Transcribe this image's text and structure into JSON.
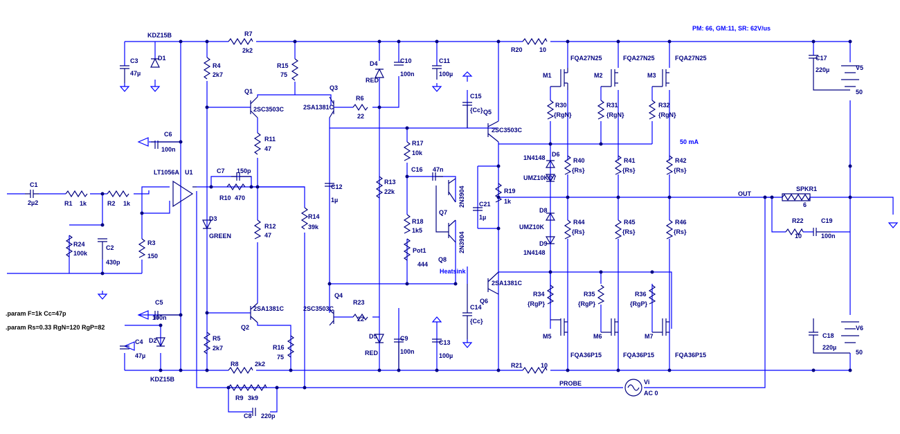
{
  "header": {
    "stats": "PM: 66, GM:11, SR: 62V/us"
  },
  "directives": [
    ".param F=1k Cc=47p",
    ".param Rs=0.33 RgN=120 RgP=82"
  ],
  "annotations": {
    "bias": "50 mA",
    "heatsink": "Heatsink",
    "out": "OUT",
    "probe": "PROBE"
  },
  "components": {
    "C1": [
      "C1",
      "2µ2"
    ],
    "R1": [
      "R1",
      "1k"
    ],
    "R2": [
      "R2",
      "1k"
    ],
    "R24": [
      "R24",
      "100k"
    ],
    "C2": [
      "C2",
      "430p"
    ],
    "R3": [
      "R3",
      "150"
    ],
    "U1": [
      "LT1056A",
      "U1"
    ],
    "C3": [
      "C3",
      "47µ"
    ],
    "D1": [
      "D1",
      "KDZ15B"
    ],
    "C6": [
      "C6",
      "100n"
    ],
    "C5": [
      "C5",
      "100n"
    ],
    "C4": [
      "C4",
      "47µ"
    ],
    "D2": [
      "D2",
      "KDZ15B"
    ],
    "R7": [
      "R7",
      "2k2"
    ],
    "R4": [
      "R4",
      "2k7"
    ],
    "R15": [
      "R15",
      "75"
    ],
    "Q1": [
      "Q1",
      "2SC3503C"
    ],
    "Q3": [
      "Q3",
      "2SA1381C"
    ],
    "R6": [
      "R6",
      "22"
    ],
    "R11": [
      "R11",
      "47"
    ],
    "C7": [
      "C7",
      "150p"
    ],
    "R10": [
      "R10",
      "470"
    ],
    "D3": [
      "D3",
      "GREEN"
    ],
    "R12": [
      "R12",
      "47"
    ],
    "R14": [
      "R14",
      "39k"
    ],
    "Q2": [
      "Q2",
      "2SA1381C"
    ],
    "Q4": [
      "Q4",
      "2SC3503C"
    ],
    "R23": [
      "R23",
      "22"
    ],
    "R5": [
      "R5",
      "2k7"
    ],
    "R16": [
      "R16",
      "75"
    ],
    "R8": [
      "R8",
      "2k2"
    ],
    "R9": [
      "R9",
      "3k9"
    ],
    "C8": [
      "C8",
      "220p"
    ],
    "D4": [
      "D4",
      "RED"
    ],
    "C10": [
      "C10",
      "100n"
    ],
    "C11": [
      "C11",
      "100µ"
    ],
    "C12": [
      "C12",
      "1µ"
    ],
    "R13": [
      "R13",
      "22k"
    ],
    "D5": [
      "D5",
      "RED"
    ],
    "C9": [
      "C9",
      "100n"
    ],
    "C13": [
      "C13",
      "100µ"
    ],
    "R17": [
      "R17",
      "10k"
    ],
    "C16": [
      "C16",
      "47n"
    ],
    "R18": [
      "R18",
      "1k5"
    ],
    "Pot1": [
      "Pot1",
      "444"
    ],
    "Q7": [
      "Q7",
      "2N3904"
    ],
    "Q8": [
      "Q8",
      "2N3904"
    ],
    "C15": [
      "C15",
      "{Cc}"
    ],
    "C14": [
      "C14",
      "{Cc}"
    ],
    "C21": [
      "C21",
      "1µ"
    ],
    "R19": [
      "R19",
      "1k"
    ],
    "Q5": [
      "Q5",
      "2SC3503C"
    ],
    "Q6": [
      "Q6",
      "2SA1381C"
    ],
    "R20": [
      "R20",
      "10"
    ],
    "R21": [
      "R21",
      "10"
    ],
    "D6": [
      "D6",
      "1N4148"
    ],
    "D7": [
      "D7",
      "UMZ10K"
    ],
    "D8": [
      "D8",
      "UMZ10K"
    ],
    "D9": [
      "D9",
      "1N4148"
    ],
    "M1": [
      "M1",
      "FQA27N25"
    ],
    "M2": [
      "M2",
      "FQA27N25"
    ],
    "M3": [
      "M3",
      "FQA27N25"
    ],
    "R30": [
      "R30",
      "{RgN}"
    ],
    "R31": [
      "R31",
      "{RgN}"
    ],
    "R32": [
      "R32",
      "{RgN}"
    ],
    "R40": [
      "R40",
      "{Rs}"
    ],
    "R41": [
      "R41",
      "{Rs}"
    ],
    "R42": [
      "R42",
      "{Rs}"
    ],
    "R44": [
      "R44",
      "{Rs}"
    ],
    "R45": [
      "R45",
      "{Rs}"
    ],
    "R46": [
      "R46",
      "{Rs}"
    ],
    "R34": [
      "R34",
      "{RgP}"
    ],
    "R35": [
      "R35",
      "{RgP}"
    ],
    "R36": [
      "R36",
      "{RgP}"
    ],
    "M5": [
      "M5",
      "FQA36P15"
    ],
    "M6": [
      "M6",
      "FQA36P15"
    ],
    "M7": [
      "M7",
      "FQA36P15"
    ],
    "C17": [
      "C17",
      "220µ"
    ],
    "V5": [
      "V5",
      "50"
    ],
    "C18": [
      "C18",
      "220µ"
    ],
    "V6": [
      "V6",
      "50"
    ],
    "SPKR1": [
      "SPKR1",
      "6"
    ],
    "R22": [
      "R22",
      "10"
    ],
    "C19": [
      "C19",
      "100n"
    ],
    "Vi": [
      "Vi",
      "AC 0"
    ]
  }
}
